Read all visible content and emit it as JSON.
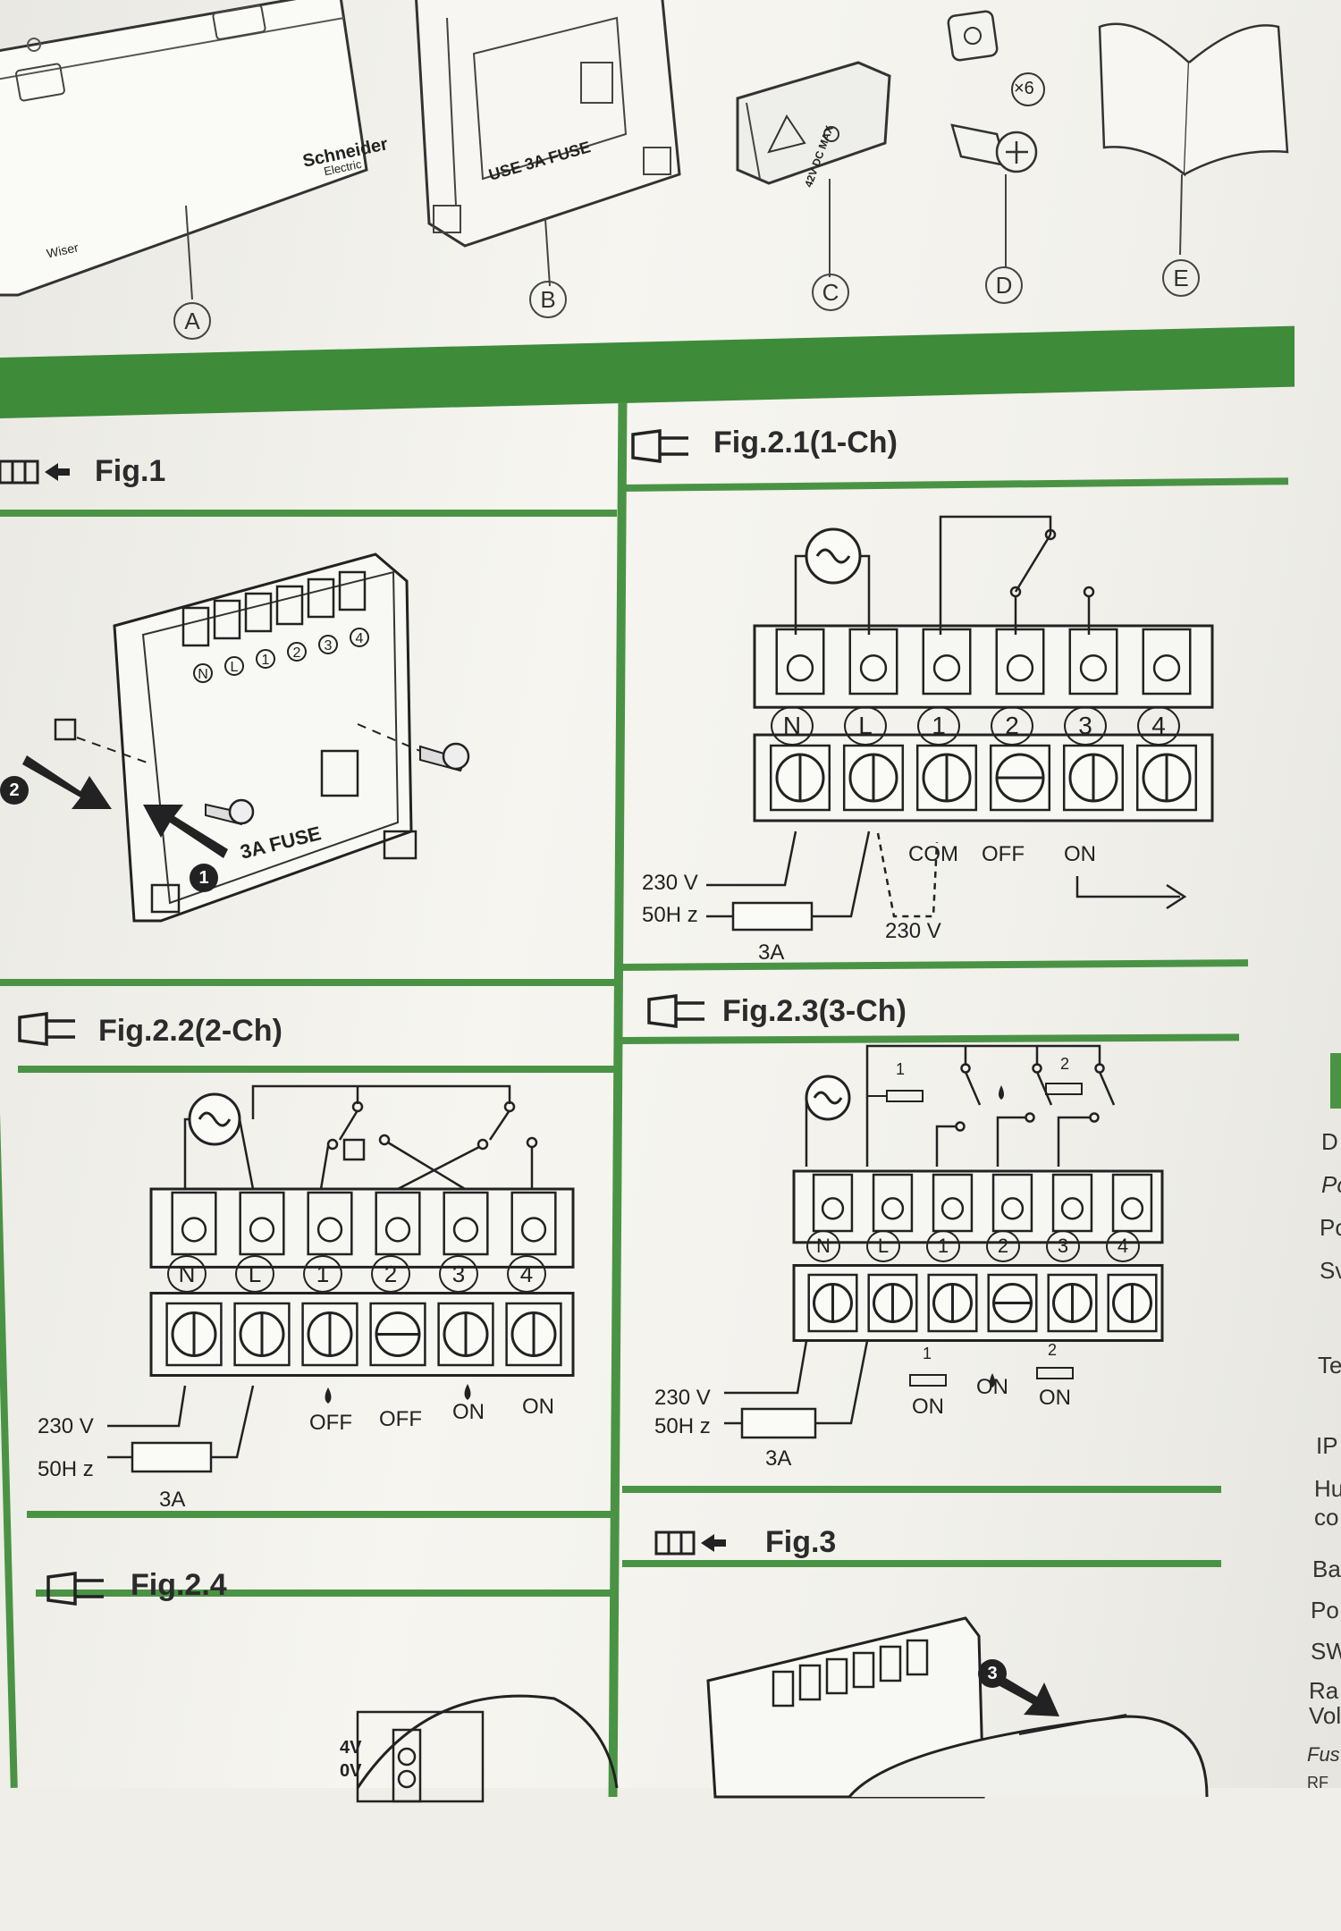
{
  "parts": {
    "a": {
      "letter": "A",
      "brand": "Schneider",
      "brand_sub": "Electric",
      "model": "Wiser"
    },
    "b": {
      "letter": "B",
      "fuse_label": "USE 3A FUSE"
    },
    "c": {
      "letter": "C",
      "warning": "42V DC MAX"
    },
    "d": {
      "letter": "D",
      "quantity": "×6"
    },
    "e": {
      "letter": "E"
    }
  },
  "fig1": {
    "title": "Fig.1",
    "fuse": "3A FUSE",
    "step1": "1",
    "step2": "2"
  },
  "fig21": {
    "title": "Fig.2.1(1-Ch)",
    "terminals": [
      "N",
      "L",
      "1",
      "2",
      "3",
      "4"
    ],
    "supply_v": "230 V",
    "supply_hz": "50H z",
    "fuse": "3A",
    "com": "COM",
    "off": "OFF",
    "on": "ON",
    "link_v": "230 V"
  },
  "fig22": {
    "title": "Fig.2.2(2-Ch)",
    "terminals": [
      "N",
      "L",
      "1",
      "2",
      "3",
      "4"
    ],
    "supply_v": "230 V",
    "supply_hz": "50H z",
    "fuse": "3A",
    "states": [
      "OFF",
      "OFF",
      "ON",
      "ON"
    ]
  },
  "fig23": {
    "title": "Fig.2.3(3-Ch)",
    "terminals": [
      "N",
      "L",
      "1",
      "2",
      "3",
      "4"
    ],
    "supply_v": "230 V",
    "supply_hz": "50H z",
    "fuse": "3A",
    "zone1": "1",
    "zone2": "2",
    "states": [
      "ON",
      "ON",
      "ON"
    ]
  },
  "fig24": {
    "title": "Fig.2.4",
    "v4": "4V",
    "v0": "0V"
  },
  "fig3": {
    "title": "Fig.3",
    "step3": "3"
  },
  "side_table": [
    "D",
    "Po",
    "Po",
    "Sv",
    "Te",
    "IP",
    "Hu",
    "co",
    "Ba",
    "Po",
    "SW",
    "Ra",
    "Vol",
    "Fus",
    "RF"
  ],
  "colors": {
    "green": "#3e8b3a",
    "ink": "#222222",
    "paper": "#f2f1ec"
  }
}
